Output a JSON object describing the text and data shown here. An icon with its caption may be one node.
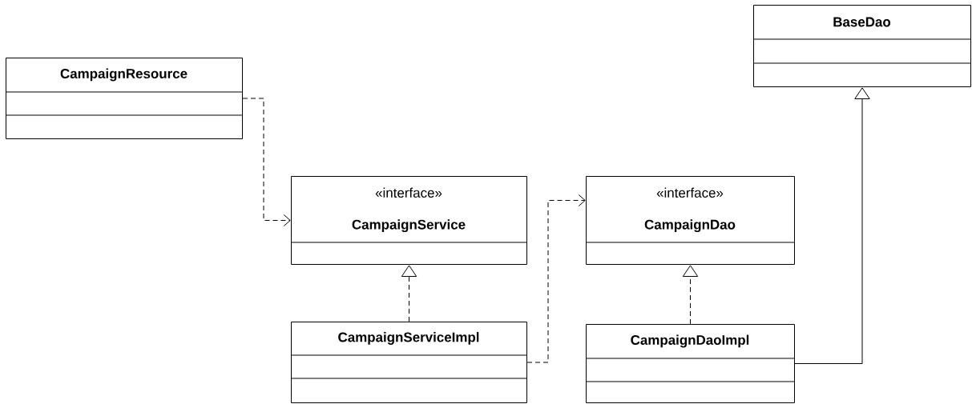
{
  "diagram": {
    "nodes": [
      {
        "text": [
          "CampaignResource"
        ]
      },
      {
        "text": [
          "BaseDao"
        ]
      },
      {
        "text": [
          "«interface»",
          "CampaignService"
        ]
      },
      {
        "text": [
          "«interface»",
          "CampaignDao"
        ]
      },
      {
        "text": [
          "CampaignServiceImpl"
        ]
      },
      {
        "text": [
          "CampaignDaoImpl"
        ]
      }
    ],
    "edges": [
      {
        "from": 0,
        "to": 2,
        "arrow": "to",
        "style": "dashed"
      },
      {
        "from": 4,
        "to": 3,
        "arrow": "to",
        "style": "dashed"
      },
      {
        "from": 4,
        "to": 2,
        "arrow": "to",
        "style": "dashed"
      },
      {
        "from": 5,
        "to": 3,
        "arrow": "to",
        "style": "dashed"
      },
      {
        "from": 5,
        "to": 1,
        "arrow": "to"
      }
    ]
  }
}
